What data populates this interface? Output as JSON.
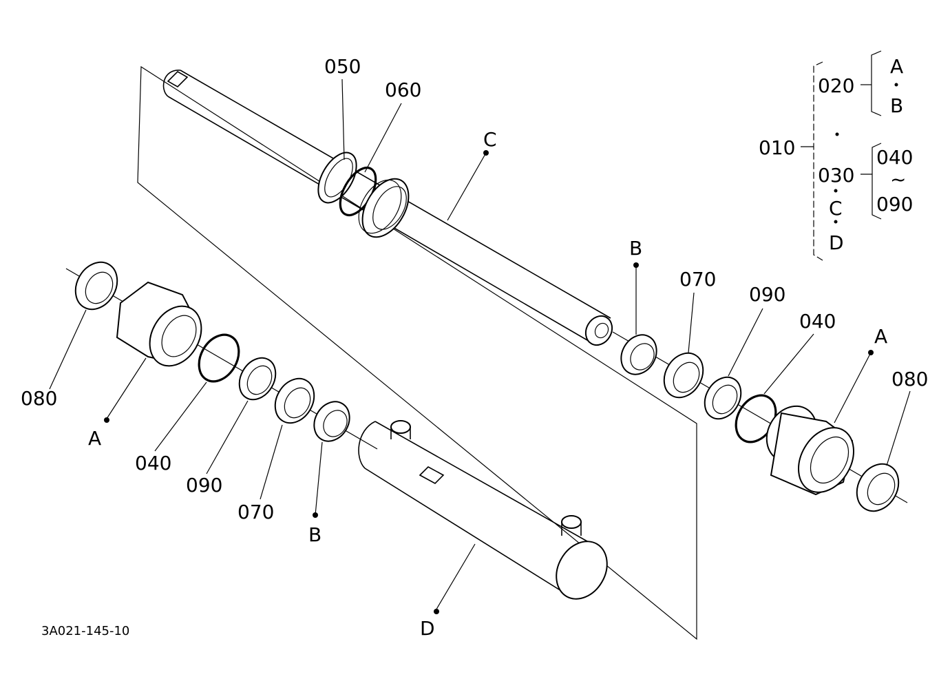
{
  "diagram": {
    "drawing_number": "3A021-145-10",
    "callouts": {
      "p050": "050",
      "p060": "060",
      "pC_top": "C",
      "pB_right": "B",
      "p070_right": "070",
      "p090_right": "090",
      "p040_right": "040",
      "pA_right": "A",
      "p080_right": "080",
      "p080_left": "080",
      "pA_left": "A",
      "p040_left": "040",
      "p090_left": "090",
      "p070_left": "070",
      "pB_left": "B",
      "pD": "D"
    },
    "legend": {
      "assembly": "010",
      "sub1": "020",
      "sub1_A": "A",
      "sub1_B": "B",
      "sub2": "030",
      "range_from": "040",
      "range_sep": "~",
      "range_to": "090",
      "sub2_C": "C",
      "sub2_D": "D"
    }
  }
}
